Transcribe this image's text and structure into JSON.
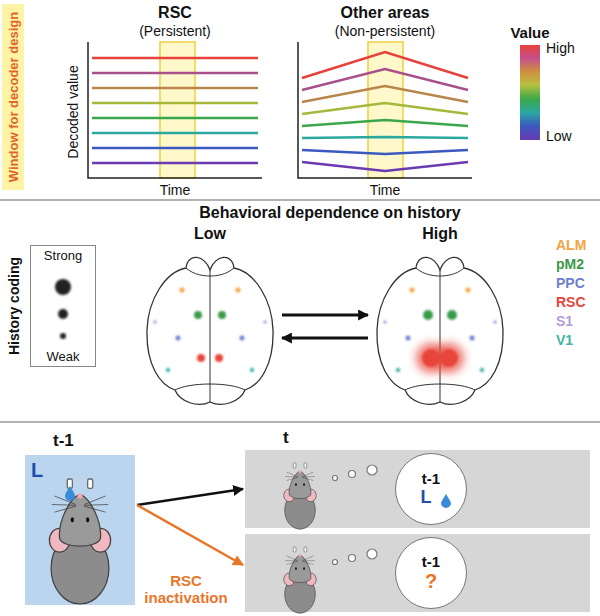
{
  "diagram": {
    "nodes": [
      {
        "text": [
          "Window for decoder design"
        ]
      },
      {
        "text": [
          "Strong",
          "Weak"
        ]
      },
      {
        "text": [
          "Low"
        ]
      },
      {
        "text": [
          "High"
        ]
      },
      {
        "text": [
          "t-1",
          "L"
        ]
      },
      {
        "text": [
          "t"
        ]
      },
      {
        "text": [
          "t-1",
          "L"
        ],
        "in": 5
      },
      {
        "text": []
      },
      {
        "text": [
          "t-1",
          "?"
        ],
        "in": 7
      }
    ],
    "edges": [
      {
        "from": 2,
        "to": 3,
        "arrow": "to"
      },
      {
        "from": 3,
        "to": 2,
        "arrow": "to"
      },
      {
        "from": 4,
        "to": 5,
        "arrow": "to"
      },
      {
        "from": 4,
        "to": 7,
        "arrow": "to",
        "label": "RSC inactivation"
      }
    ],
    "labels": [
      "RSC",
      "(Persistent)",
      "Other areas",
      "(Non-persistent)",
      "Decoded value",
      "Time",
      "Time",
      "Value",
      "High",
      "Low",
      "Behavioral dependence on history",
      "History coding"
    ],
    "legend": [
      {
        "text": "ALM",
        "color": "#f4a340"
      },
      {
        "text": "pM2",
        "color": "#3a9a4a"
      },
      {
        "text": "PPC",
        "color": "#6f7fd0"
      },
      {
        "text": "RSC",
        "color": "#e8443a"
      },
      {
        "text": "S1",
        "color": "#b59ad8"
      },
      {
        "text": "V1",
        "color": "#3fb5a5"
      }
    ]
  }
}
